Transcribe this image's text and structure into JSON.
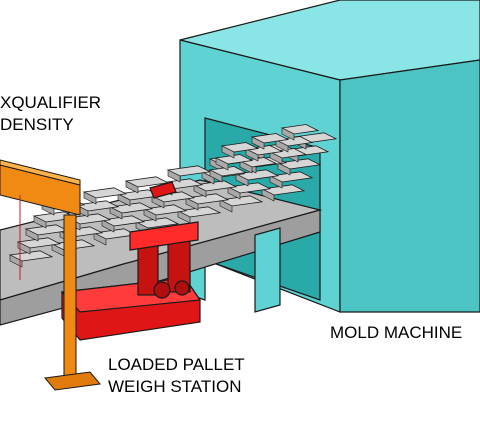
{
  "labels": {
    "qualifier_line1": "XQUALIFIER",
    "qualifier_line2": "DENSITY",
    "mold_machine": "MOLD MACHINE",
    "weigh_line1": "LOADED PALLET",
    "weigh_line2": "WEIGH STATION"
  },
  "colors": {
    "machine_body": "#5fd3d3",
    "machine_outline": "#1a1a1a",
    "conveyor": "#c8c8c8",
    "pallet_block": "#d6d6d6",
    "weigh_station": "#e01616",
    "qualifier_frame": "#f08a12"
  }
}
